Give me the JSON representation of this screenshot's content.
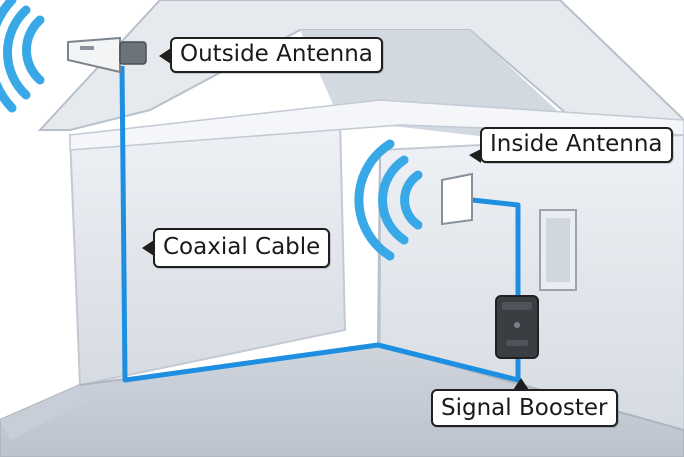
{
  "labels": {
    "outside_antenna": "Outside Antenna",
    "inside_antenna": "Inside Antenna",
    "coaxial_cable": "Coaxial Cable",
    "signal_booster": "Signal Booster"
  },
  "icons": {
    "outside_signal": "signal-waves-icon",
    "inside_signal": "signal-waves-icon"
  },
  "colors": {
    "cable": "#1e8fe0",
    "signal_waves": "#38a9e6",
    "wall": "#dfe4ea",
    "wall_shadow": "#c7ced8",
    "booster": "#3a3d42"
  }
}
